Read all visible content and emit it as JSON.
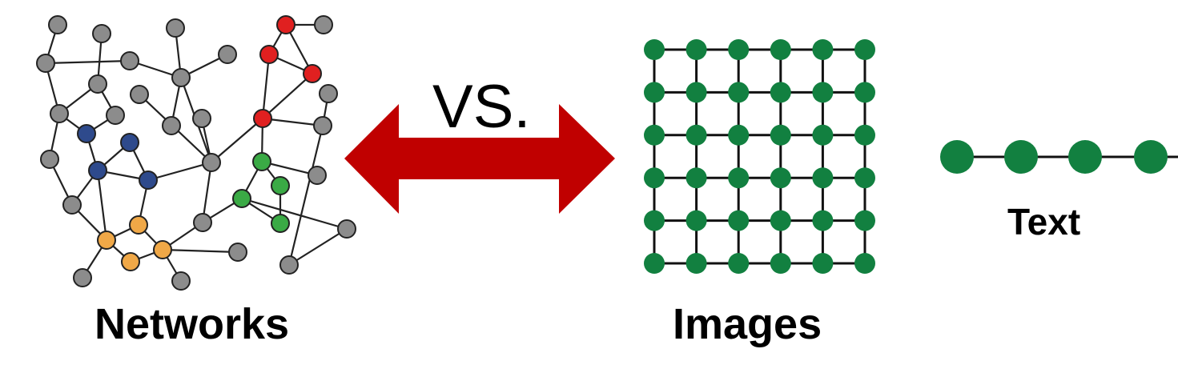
{
  "labels": {
    "networks": "Networks",
    "vs": "VS.",
    "images": "Images",
    "text": "Text"
  },
  "colors": {
    "edge": "#222222",
    "node_gray": "#8c8c8c",
    "node_blue": "#2e4a8c",
    "node_red": "#e02020",
    "node_green": "#3aaa45",
    "node_orange": "#f0a847",
    "grid_node": "#128040",
    "arrow": "#c00000"
  },
  "network": {
    "groups": {
      "gray": 27,
      "blue": 4,
      "red": 4,
      "green": 4,
      "orange": 4
    }
  },
  "image_grid": {
    "rows": 6,
    "cols": 6
  },
  "text_chain": {
    "nodes": 4
  }
}
